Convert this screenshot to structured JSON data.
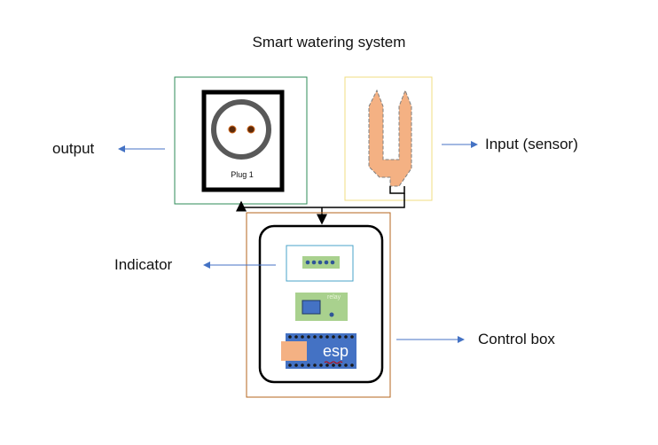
{
  "title": "Smart watering system",
  "labels": {
    "output": "output",
    "input": "Input (sensor)",
    "indicator": "Indicator",
    "control_box": "Control box"
  },
  "components": {
    "plug_label": "Plug 1",
    "relay_label": "relay",
    "esp_label": "esp"
  },
  "colors": {
    "output_frame": "#2e8b57",
    "input_frame": "#f0dc82",
    "control_frame": "#b5651d",
    "indicator_frame": "#4aa3c8",
    "arrow": "#4472c4",
    "sensor": "#f4b183",
    "module_green": "#a9d18e",
    "esp_blue": "#4472c4"
  }
}
